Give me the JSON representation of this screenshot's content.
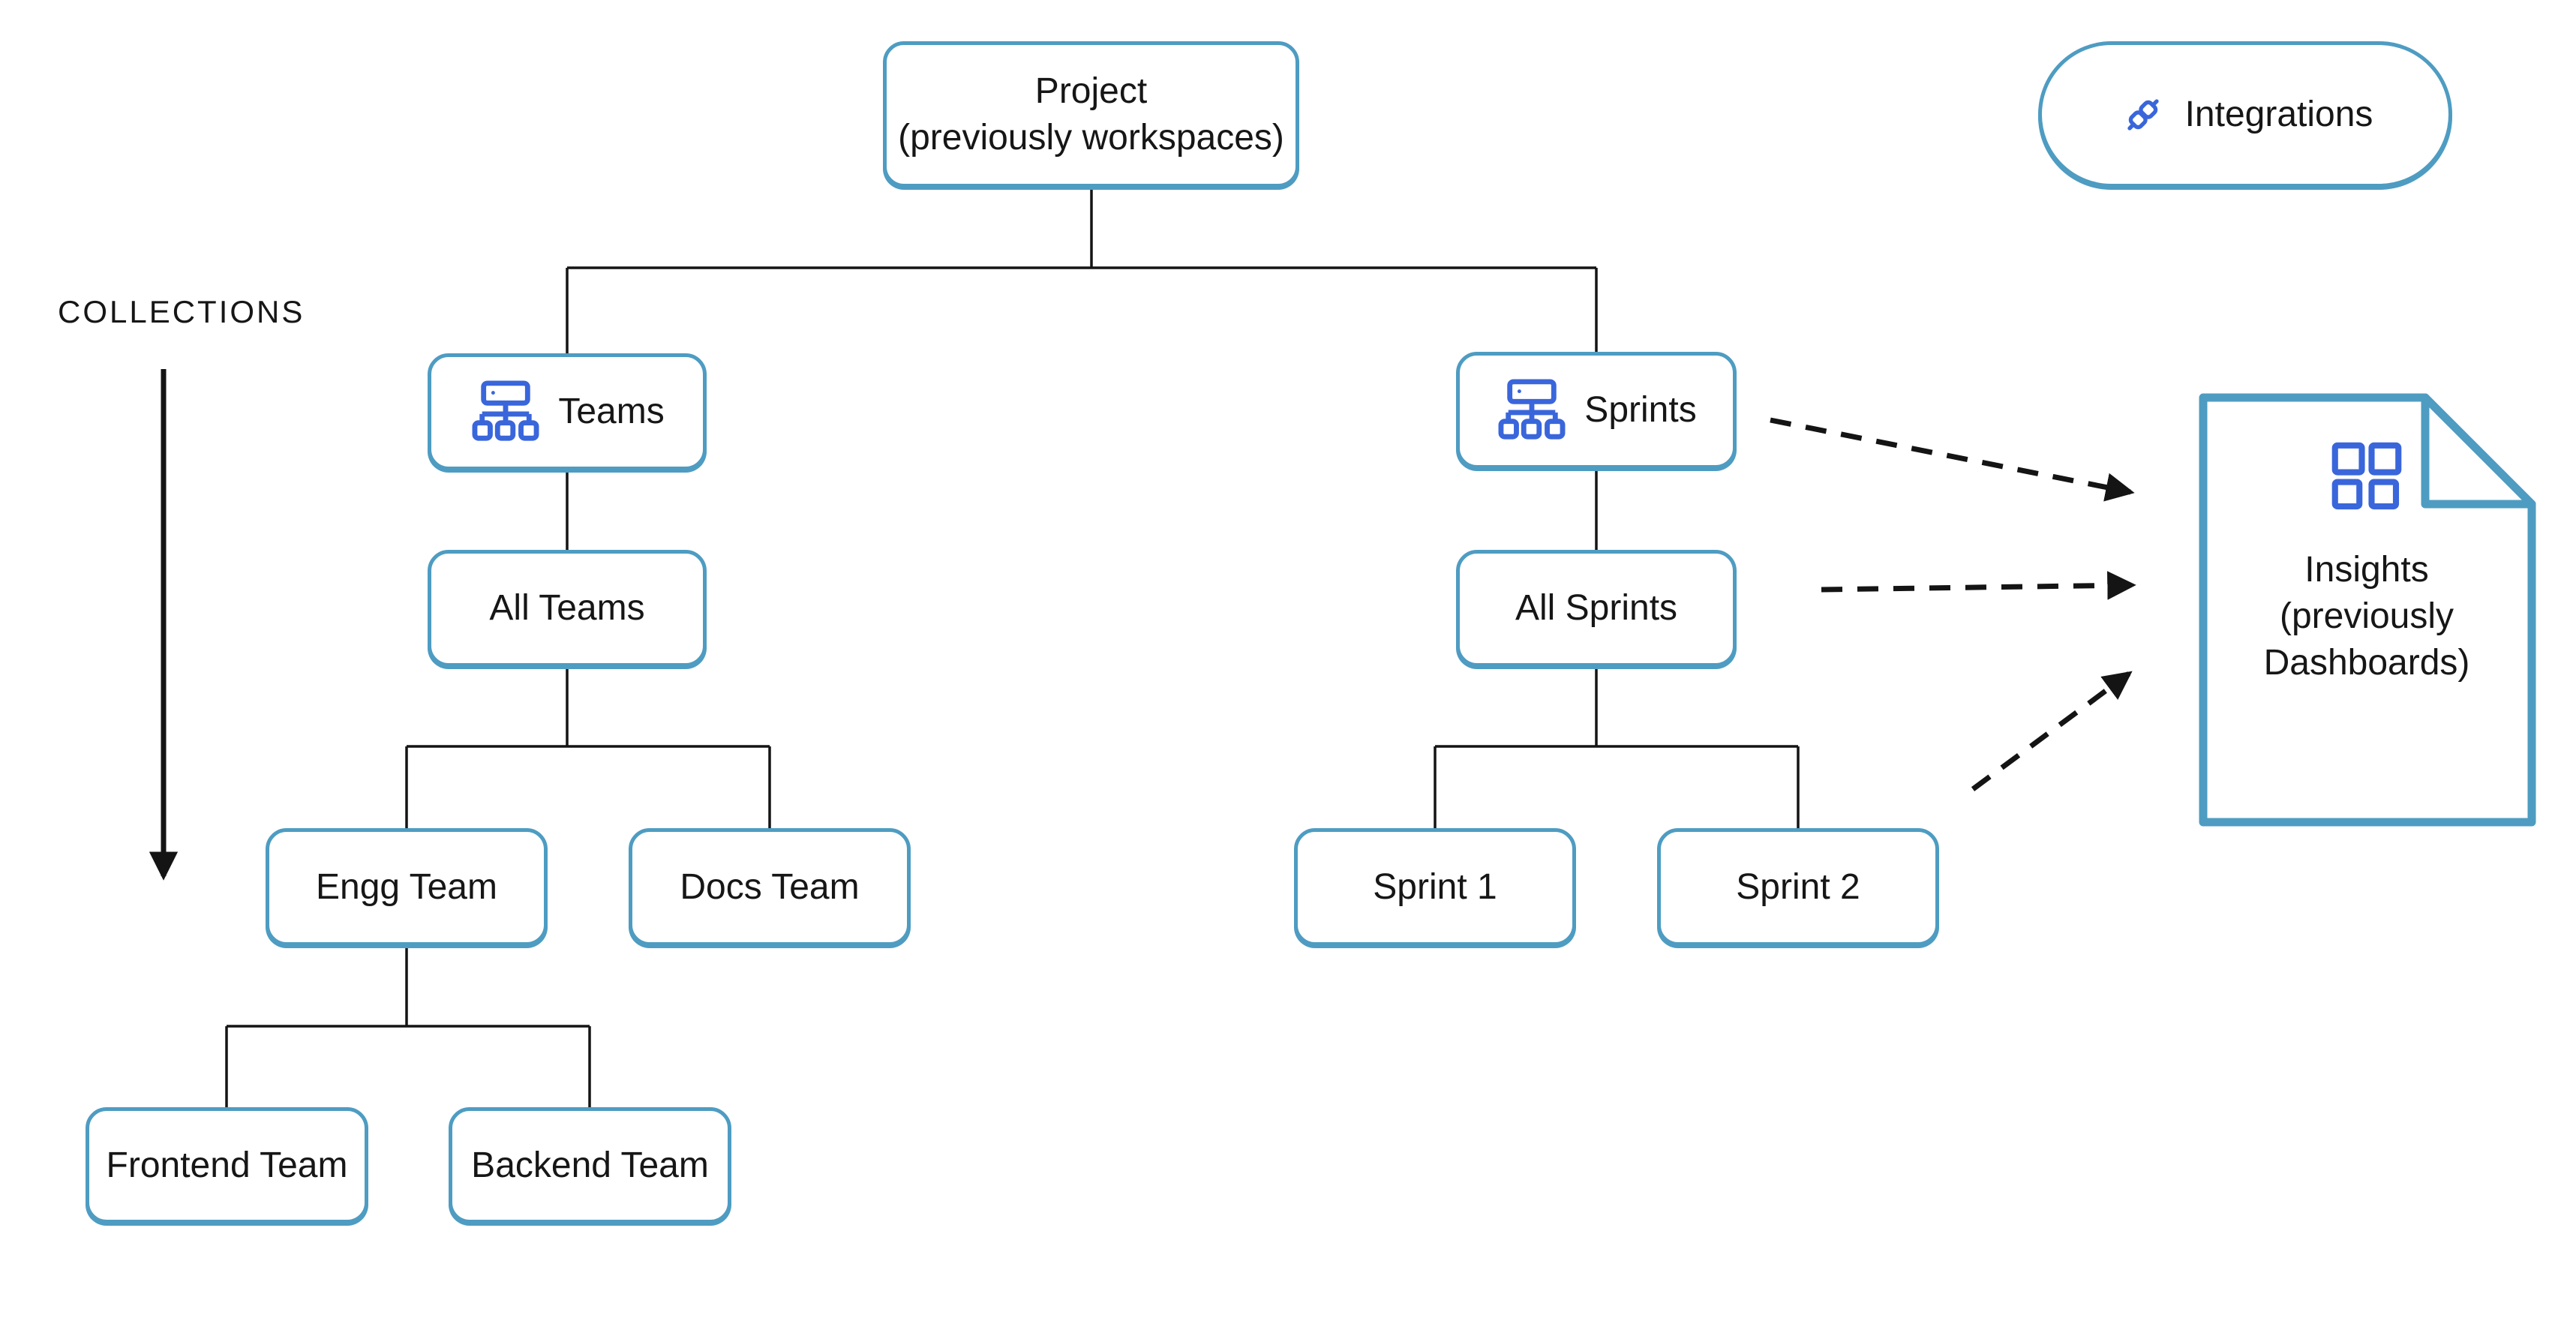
{
  "colors": {
    "accent": "#4E9CC2",
    "icon-blue": "#3A66DB",
    "line": "#141414",
    "text": "#161616"
  },
  "labels": {
    "collections": "COLLECTIONS"
  },
  "icons": {
    "teams": "org-chart-icon",
    "sprints": "org-chart-icon",
    "integrations": "plug-icon",
    "insights": "dashboard-grid-icon"
  },
  "nodes": {
    "project": {
      "label": "Project\n(previously workspaces)"
    },
    "integrations": {
      "label": "Integrations"
    },
    "teams": {
      "label": "Teams"
    },
    "sprints": {
      "label": "Sprints"
    },
    "all_teams": {
      "label": "All Teams"
    },
    "all_sprints": {
      "label": "All Sprints"
    },
    "engg": {
      "label": "Engg Team"
    },
    "docs": {
      "label": "Docs Team"
    },
    "sprint1": {
      "label": "Sprint 1"
    },
    "sprint2": {
      "label": "Sprint 2"
    },
    "frontend": {
      "label": "Frontend Team"
    },
    "backend": {
      "label": "Backend Team"
    },
    "insights": {
      "label": "Insights\n(previously\nDashboards)"
    }
  }
}
